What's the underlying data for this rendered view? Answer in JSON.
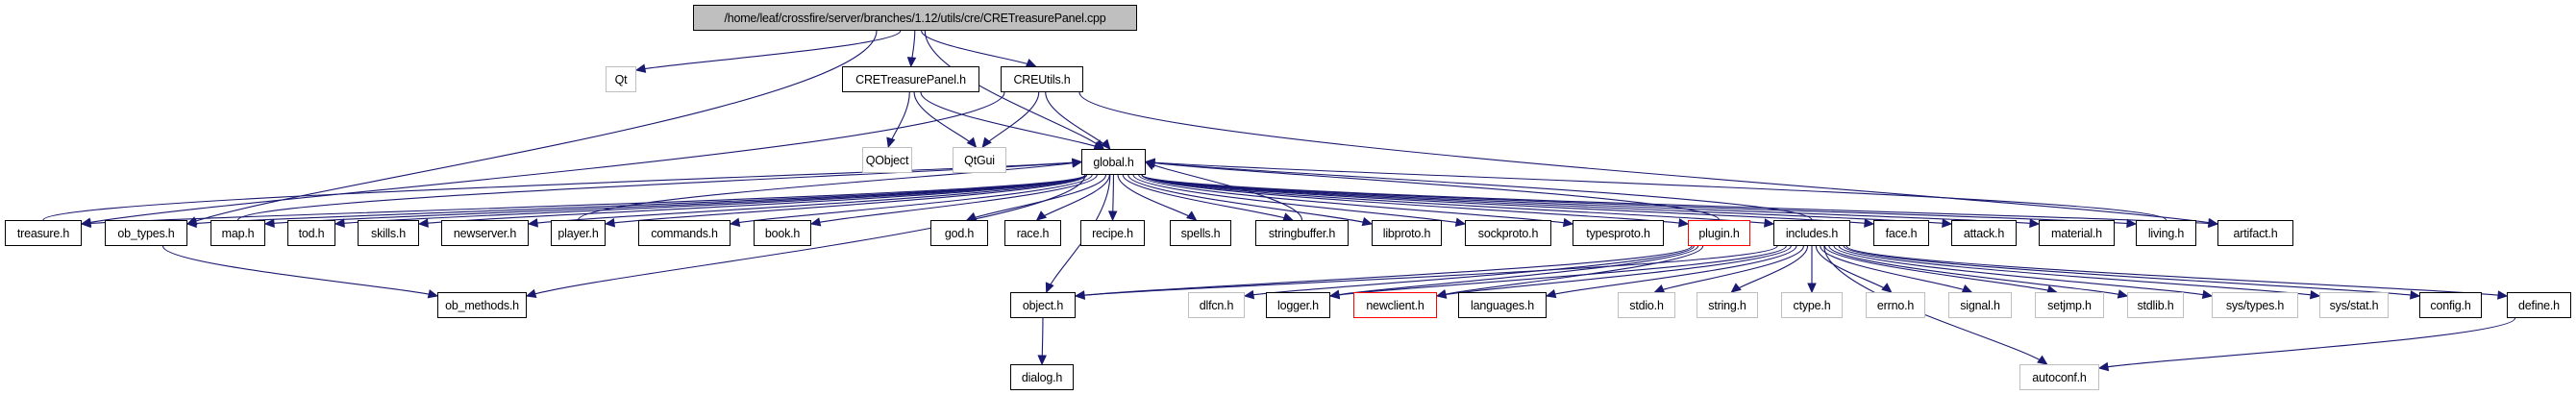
{
  "title": "/home/leaf/crossfire/server/branches/1.12/utils/cre/CRETreasurePanel.cpp",
  "colors": {
    "edge": "#191970",
    "root_fill": "#bfbfbf",
    "documented_border": "#000000",
    "undocumented_border": "#bfbfbf",
    "truncated_border": "#ff0000"
  },
  "nodes": [
    {
      "id": "root",
      "label": "/home/leaf/crossfire/server/branches/1.12/utils/cre/CRETreasurePanel.cpp",
      "kind": "root"
    },
    {
      "id": "Qt",
      "label": "Qt",
      "kind": "ext"
    },
    {
      "id": "CRETreasurePanel_h",
      "label": "CRETreasurePanel.h",
      "kind": "doc"
    },
    {
      "id": "CREUtils_h",
      "label": "CREUtils.h",
      "kind": "doc"
    },
    {
      "id": "QObject",
      "label": "QObject",
      "kind": "ext"
    },
    {
      "id": "QtGui",
      "label": "QtGui",
      "kind": "ext"
    },
    {
      "id": "global_h",
      "label": "global.h",
      "kind": "doc"
    },
    {
      "id": "treasure_h",
      "label": "treasure.h",
      "kind": "doc"
    },
    {
      "id": "ob_types_h",
      "label": "ob_types.h",
      "kind": "doc"
    },
    {
      "id": "map_h",
      "label": "map.h",
      "kind": "doc"
    },
    {
      "id": "tod_h",
      "label": "tod.h",
      "kind": "doc"
    },
    {
      "id": "skills_h",
      "label": "skills.h",
      "kind": "doc"
    },
    {
      "id": "newserver_h",
      "label": "newserver.h",
      "kind": "doc"
    },
    {
      "id": "player_h",
      "label": "player.h",
      "kind": "doc"
    },
    {
      "id": "commands_h",
      "label": "commands.h",
      "kind": "doc"
    },
    {
      "id": "book_h",
      "label": "book.h",
      "kind": "doc"
    },
    {
      "id": "god_h",
      "label": "god.h",
      "kind": "doc"
    },
    {
      "id": "race_h",
      "label": "race.h",
      "kind": "doc"
    },
    {
      "id": "recipe_h",
      "label": "recipe.h",
      "kind": "doc"
    },
    {
      "id": "spells_h",
      "label": "spells.h",
      "kind": "doc"
    },
    {
      "id": "stringbuffer_h",
      "label": "stringbuffer.h",
      "kind": "doc"
    },
    {
      "id": "libproto_h",
      "label": "libproto.h",
      "kind": "doc"
    },
    {
      "id": "sockproto_h",
      "label": "sockproto.h",
      "kind": "doc"
    },
    {
      "id": "typesproto_h",
      "label": "typesproto.h",
      "kind": "doc"
    },
    {
      "id": "plugin_h",
      "label": "plugin.h",
      "kind": "red"
    },
    {
      "id": "includes_h",
      "label": "includes.h",
      "kind": "doc"
    },
    {
      "id": "face_h",
      "label": "face.h",
      "kind": "doc"
    },
    {
      "id": "attack_h",
      "label": "attack.h",
      "kind": "doc"
    },
    {
      "id": "material_h",
      "label": "material.h",
      "kind": "doc"
    },
    {
      "id": "living_h",
      "label": "living.h",
      "kind": "doc"
    },
    {
      "id": "artifact_h",
      "label": "artifact.h",
      "kind": "doc"
    },
    {
      "id": "ob_methods_h",
      "label": "ob_methods.h",
      "kind": "doc"
    },
    {
      "id": "object_h",
      "label": "object.h",
      "kind": "doc"
    },
    {
      "id": "dialog_h",
      "label": "dialog.h",
      "kind": "doc"
    },
    {
      "id": "dlfcn_h",
      "label": "dlfcn.h",
      "kind": "ext"
    },
    {
      "id": "logger_h",
      "label": "logger.h",
      "kind": "doc"
    },
    {
      "id": "newclient_h",
      "label": "newclient.h",
      "kind": "red"
    },
    {
      "id": "languages_h",
      "label": "languages.h",
      "kind": "doc"
    },
    {
      "id": "stdio_h",
      "label": "stdio.h",
      "kind": "ext"
    },
    {
      "id": "string_h",
      "label": "string.h",
      "kind": "ext"
    },
    {
      "id": "ctype_h",
      "label": "ctype.h",
      "kind": "ext"
    },
    {
      "id": "errno_h",
      "label": "errno.h",
      "kind": "ext"
    },
    {
      "id": "signal_h",
      "label": "signal.h",
      "kind": "ext"
    },
    {
      "id": "setjmp_h",
      "label": "setjmp.h",
      "kind": "ext"
    },
    {
      "id": "stdlib_h",
      "label": "stdlib.h",
      "kind": "ext"
    },
    {
      "id": "sys_types_h",
      "label": "sys/types.h",
      "kind": "ext"
    },
    {
      "id": "sys_stat_h",
      "label": "sys/stat.h",
      "kind": "ext"
    },
    {
      "id": "config_h",
      "label": "config.h",
      "kind": "doc"
    },
    {
      "id": "define_h",
      "label": "define.h",
      "kind": "doc"
    },
    {
      "id": "autoconf_h",
      "label": "autoconf.h",
      "kind": "ext"
    }
  ],
  "edges": [
    [
      "root",
      "Qt"
    ],
    [
      "root",
      "CRETreasurePanel_h"
    ],
    [
      "root",
      "CREUtils_h"
    ],
    [
      "root",
      "global_h"
    ],
    [
      "root",
      "ob_types_h"
    ],
    [
      "CRETreasurePanel_h",
      "QObject"
    ],
    [
      "CRETreasurePanel_h",
      "QtGui"
    ],
    [
      "CRETreasurePanel_h",
      "global_h"
    ],
    [
      "CREUtils_h",
      "QtGui"
    ],
    [
      "CREUtils_h",
      "global_h"
    ],
    [
      "CREUtils_h",
      "treasure_h"
    ],
    [
      "CREUtils_h",
      "artifact_h"
    ],
    [
      "global_h",
      "treasure_h"
    ],
    [
      "global_h",
      "ob_types_h"
    ],
    [
      "global_h",
      "map_h"
    ],
    [
      "global_h",
      "tod_h"
    ],
    [
      "global_h",
      "skills_h"
    ],
    [
      "global_h",
      "newserver_h"
    ],
    [
      "global_h",
      "player_h"
    ],
    [
      "global_h",
      "commands_h"
    ],
    [
      "global_h",
      "book_h"
    ],
    [
      "global_h",
      "god_h"
    ],
    [
      "global_h",
      "race_h"
    ],
    [
      "global_h",
      "recipe_h"
    ],
    [
      "global_h",
      "spells_h"
    ],
    [
      "global_h",
      "stringbuffer_h"
    ],
    [
      "global_h",
      "libproto_h"
    ],
    [
      "global_h",
      "sockproto_h"
    ],
    [
      "global_h",
      "typesproto_h"
    ],
    [
      "global_h",
      "plugin_h"
    ],
    [
      "global_h",
      "includes_h"
    ],
    [
      "global_h",
      "face_h"
    ],
    [
      "global_h",
      "attack_h"
    ],
    [
      "global_h",
      "material_h"
    ],
    [
      "global_h",
      "living_h"
    ],
    [
      "global_h",
      "artifact_h"
    ],
    [
      "global_h",
      "ob_methods_h"
    ],
    [
      "global_h",
      "object_h"
    ],
    [
      "treasure_h",
      "global_h"
    ],
    [
      "map_h",
      "global_h"
    ],
    [
      "player_h",
      "global_h"
    ],
    [
      "stringbuffer_h",
      "global_h"
    ],
    [
      "plugin_h",
      "global_h"
    ],
    [
      "includes_h",
      "global_h"
    ],
    [
      "living_h",
      "global_h"
    ],
    [
      "ob_types_h",
      "ob_methods_h"
    ],
    [
      "object_h",
      "dialog_h"
    ],
    [
      "plugin_h",
      "object_h"
    ],
    [
      "plugin_h",
      "dlfcn_h"
    ],
    [
      "plugin_h",
      "logger_h"
    ],
    [
      "plugin_h",
      "newclient_h"
    ],
    [
      "includes_h",
      "object_h"
    ],
    [
      "includes_h",
      "logger_h"
    ],
    [
      "includes_h",
      "newclient_h"
    ],
    [
      "includes_h",
      "languages_h"
    ],
    [
      "includes_h",
      "stdio_h"
    ],
    [
      "includes_h",
      "string_h"
    ],
    [
      "includes_h",
      "ctype_h"
    ],
    [
      "includes_h",
      "errno_h"
    ],
    [
      "includes_h",
      "signal_h"
    ],
    [
      "includes_h",
      "setjmp_h"
    ],
    [
      "includes_h",
      "stdlib_h"
    ],
    [
      "includes_h",
      "sys_types_h"
    ],
    [
      "includes_h",
      "sys_stat_h"
    ],
    [
      "includes_h",
      "config_h"
    ],
    [
      "includes_h",
      "define_h"
    ],
    [
      "includes_h",
      "autoconf_h"
    ],
    [
      "define_h",
      "autoconf_h"
    ]
  ]
}
